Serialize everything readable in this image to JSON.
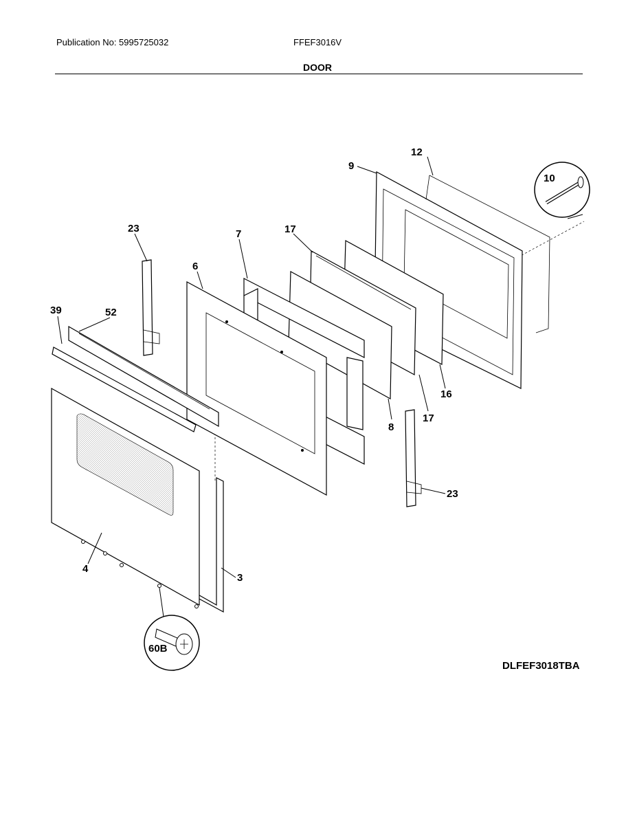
{
  "header": {
    "publication": "Publication No: 5995725032",
    "model": "FFEF3016V",
    "section": "DOOR"
  },
  "diagram_code": "DLFEF3018TBA",
  "callouts": {
    "p12": "12",
    "p9": "9",
    "p10": "10",
    "p23a": "23",
    "p7": "7",
    "p17a": "17",
    "p6": "6",
    "p39": "39",
    "p52": "52",
    "p16": "16",
    "p17b": "17",
    "p8": "8",
    "p23b": "23",
    "p4": "4",
    "p3": "3",
    "p60b": "60B"
  }
}
